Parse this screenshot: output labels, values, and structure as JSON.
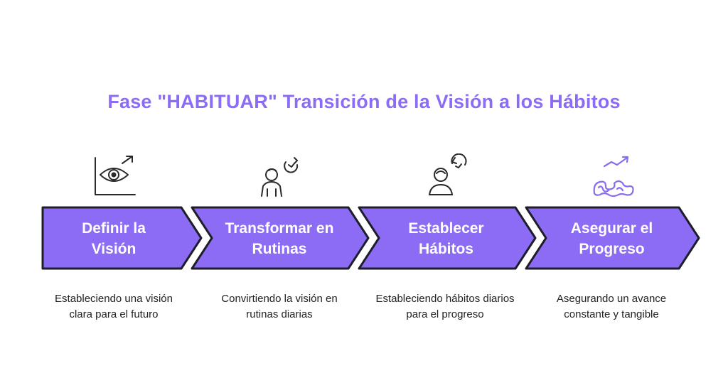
{
  "title": "Fase \"HABITUAR\" Transición de la Visión a los Hábitos",
  "colors": {
    "accent": "#8c6cf5",
    "chevron_fill": "#8c6cf5",
    "chevron_stroke": "#1e1e2a",
    "icon_dark": "#2a2a2a",
    "icon_purple": "#8a6cf0"
  },
  "steps": [
    {
      "label": "Definir la Visión",
      "description": "Estableciendo una visión clara para el futuro",
      "icon": "eye-growth-chart-icon"
    },
    {
      "label": "Transformar en Rutinas",
      "description": "Convirtiendo la visión en rutinas diarias",
      "icon": "person-refresh-icon"
    },
    {
      "label": "Establecer Hábitos",
      "description": "Estableciendo hábitos diarios para el progreso",
      "icon": "person-cycle-icon"
    },
    {
      "label": "Asegurar el Progreso",
      "description": "Asegurando un avance constante y tangible",
      "icon": "progress-arrow-icon"
    }
  ]
}
